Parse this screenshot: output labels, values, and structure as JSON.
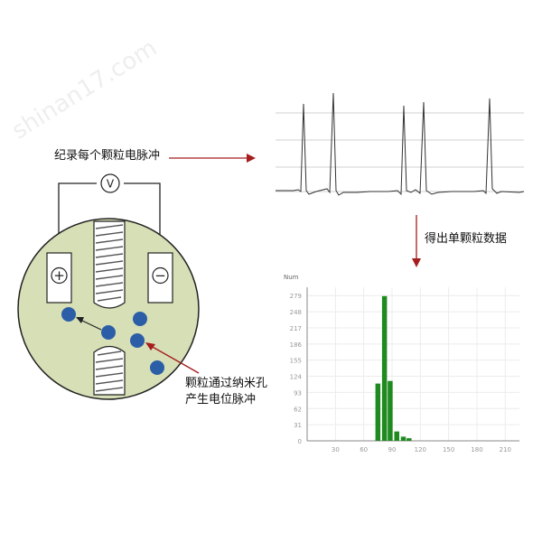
{
  "labels": {
    "record_pulse": "纪录每个颗粒电脉冲",
    "get_particle_data": "得出单颗粒数据",
    "pass_line1": "颗粒通过纳米孔",
    "pass_line2": "产生电位脉冲"
  },
  "circuit": {
    "voltmeter": "V",
    "plus": "+",
    "minus": "−"
  },
  "colors": {
    "chamber": "#d6dfb6",
    "particle": "#2b5ea6",
    "arrow": "#a51d1d",
    "bar": "#1f8a1f"
  },
  "watermark": "shinan17.com",
  "chart_data": {
    "type": "bar",
    "ylabel": "Num",
    "y_ticks": [
      "279",
      "248",
      "217",
      "186",
      "155",
      "124",
      "93",
      "62",
      "31",
      "0"
    ],
    "x_ticks": [
      "30",
      "60",
      "90",
      "120",
      "150",
      "180",
      "210"
    ],
    "xlim": [
      0,
      225
    ],
    "ylim": [
      0,
      295
    ],
    "x": [
      75,
      82,
      88,
      95,
      102,
      108
    ],
    "values": [
      110,
      278,
      115,
      18,
      8,
      5
    ]
  }
}
